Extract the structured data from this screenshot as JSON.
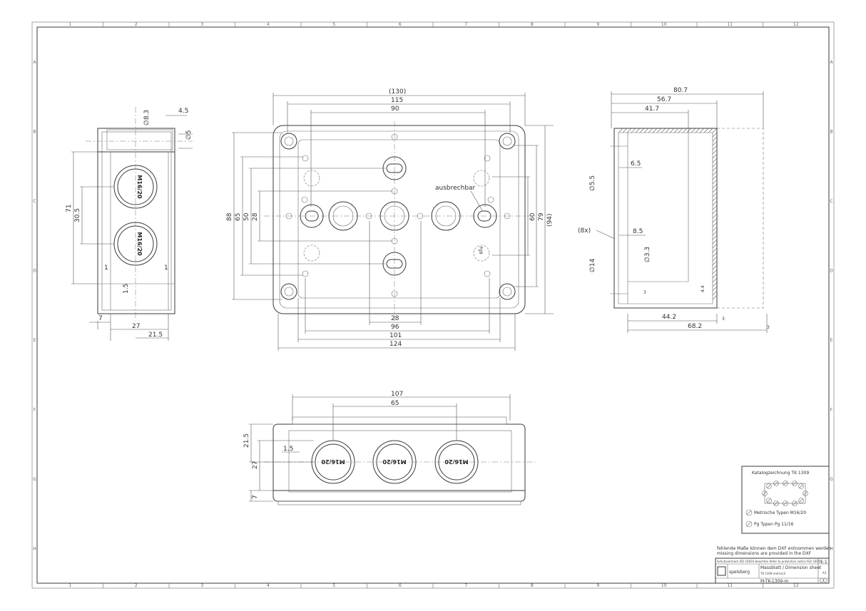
{
  "frame": {
    "columns": [
      "1",
      "2",
      "3",
      "4",
      "5",
      "6",
      "7",
      "8",
      "9",
      "10",
      "11",
      "12"
    ],
    "rows": [
      "A",
      "B",
      "C",
      "D",
      "E",
      "F",
      "G",
      "H"
    ]
  },
  "left_view": {
    "dims": [
      "∅8.3",
      "4.5",
      "∅5",
      "71",
      "30.5",
      "1",
      "1",
      "1.5",
      "7",
      "27",
      "21.5"
    ],
    "glands": [
      "M16/20",
      "M16/20"
    ]
  },
  "front_view": {
    "dims_top": [
      "(130)",
      "115",
      "90"
    ],
    "dims_left": [
      "88",
      "65",
      "50",
      "28"
    ],
    "dims_right": [
      "60",
      "79",
      "(94)"
    ],
    "dims_bottom": [
      "28",
      "96",
      "101",
      "124"
    ],
    "label": "ausbrechbar",
    "marking": "Pg9"
  },
  "right_view": {
    "dims": [
      "80.7",
      "56.7",
      "41.7",
      "6.5",
      "∅5.5",
      "(8x)",
      "8.5",
      "∅3.3",
      "∅14",
      "3",
      "4.4",
      "44.2",
      "3",
      "68.2",
      "3"
    ]
  },
  "bottom_view": {
    "dims": [
      "107",
      "65",
      "21.5",
      "1.5",
      "27",
      "7"
    ],
    "glands": [
      "M16/20",
      "M16/20",
      "M16/20"
    ]
  },
  "catalog": {
    "title": "Katalogzeichnung  TK 1309",
    "legend_1": "Metrische Typen  M16/20",
    "legend_2": "Pg Typen  Pg 11/16"
  },
  "notes": {
    "line_de": "fehlende Maße können dem DXF entnommen werden",
    "line_en": "missing dimensions are provided in the DXF"
  },
  "title_block": {
    "protection": "Schutzvermerk ISO 16016 beachten  Refer to protection notice ISO 16016",
    "scale": "1:1",
    "logo": "spelsberg",
    "title_line": "Massblatt / Dimension sheet",
    "product_line": "TK 1309 metrisch",
    "drawing_no": "M-TK-1309-m",
    "sheet": "A3"
  }
}
